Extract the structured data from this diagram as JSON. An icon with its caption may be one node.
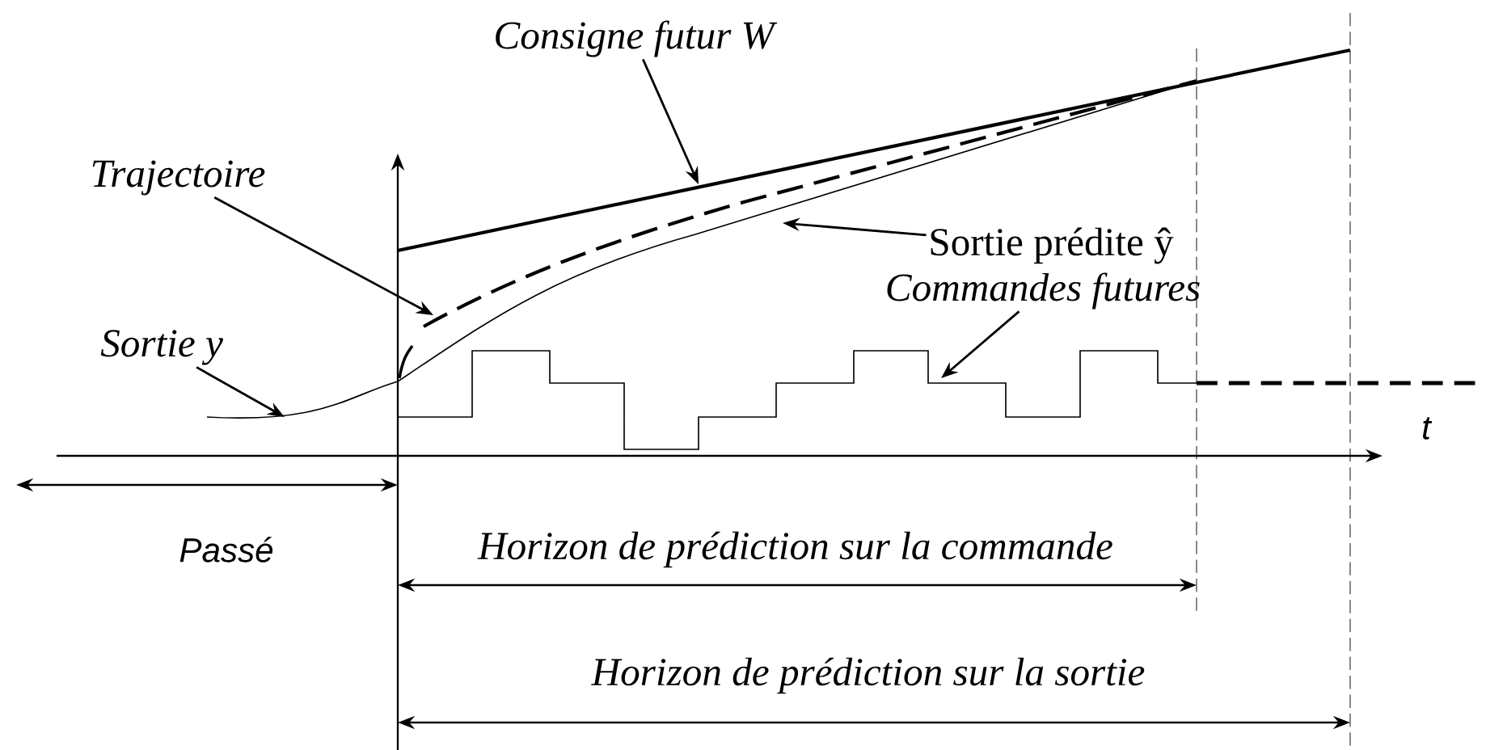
{
  "diagram": {
    "nodes": [
      {
        "text": [
          "*Consigne futur W*"
        ]
      },
      {
        "text": [
          "*Trajectoire*"
        ]
      },
      {
        "text": [
          "Sortie prédite ŷ"
        ]
      },
      {
        "text": [
          "*Commandes futures*"
        ]
      },
      {
        "text": [
          "*Sortie y*"
        ]
      }
    ],
    "edges": [
      {
        "from": 0,
        "to": null,
        "arrow": "to"
      },
      {
        "from": 1,
        "to": null,
        "arrow": "to"
      },
      {
        "from": 2,
        "to": null,
        "arrow": "to"
      },
      {
        "from": 3,
        "to": null,
        "arrow": "to"
      },
      {
        "from": 4,
        "to": null,
        "arrow": "to"
      }
    ],
    "labels": [
      "t",
      "Passé",
      "Horizon de prédiction sur la commande",
      "Horizon de prédiction sur la sortie"
    ]
  }
}
